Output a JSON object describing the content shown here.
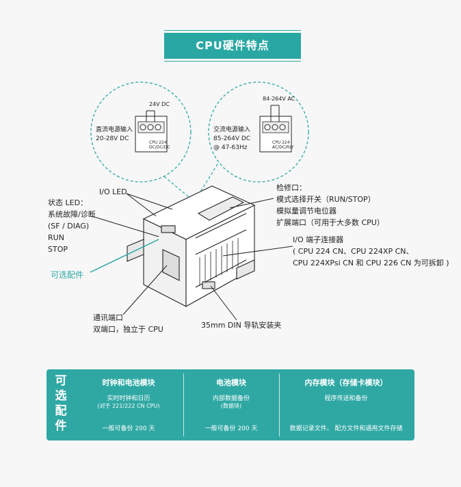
{
  "title": "CPU硬件特点",
  "callouts": {
    "dc_power": [
      "直流电源输入",
      "20-28V DC"
    ],
    "dc_voltage_label": "24V DC",
    "ac_power": [
      "交流电源输入",
      "85-264V DC",
      "@ 47-63Hz"
    ],
    "ac_voltage_label": "84-264V AC",
    "io_led": "I/O LED",
    "status_led": [
      "状态 LED：",
      "系统故障/诊断",
      "(SF / DIAG)",
      "RUN",
      "STOP"
    ],
    "inspection": [
      "检修口：",
      "模式选择开关（RUN/STOP）",
      "模拟量调节电位器",
      "扩展端口（可用于大多数 CPU）"
    ],
    "io_connector": [
      "I/O 端子连接器",
      "( CPU 224 CN、CPU 224XP CN、",
      "CPU 224XPsi CN 和 CPU 226 CN 为可拆卸 )"
    ],
    "optional": "可选配件",
    "comm_port": [
      "通讯端口",
      "双端口，独立于 CPU"
    ],
    "din_clip": "35mm DIN 导轨安装夹",
    "dc_module_marks": [
      "CPU 224",
      "DC/DC/DC"
    ],
    "ac_module_marks": [
      "CPU 224",
      "AC/DC/RLY"
    ]
  },
  "panel": {
    "title_chars": [
      "可",
      "选",
      "配",
      "件"
    ],
    "columns": [
      {
        "heading": "时钟和电池模块",
        "desc1": "实时时钟和日历",
        "desc2": "(对于 221/222 CN CPU)",
        "note": "一般可备份 200 天"
      },
      {
        "heading": "电池模块",
        "desc1": "内部数据备份",
        "desc2": "(数据块)",
        "note": "一般可备份 200 天"
      },
      {
        "heading": "内存模块（存储卡模块）",
        "desc1": "程序传送和备份",
        "desc2": "",
        "note": "数据记录文件、 配方文件和通用文件存储"
      }
    ]
  },
  "colors": {
    "accent": "#29a7a3",
    "panel": "#2fa8a4",
    "background": "#f7f7f7"
  }
}
